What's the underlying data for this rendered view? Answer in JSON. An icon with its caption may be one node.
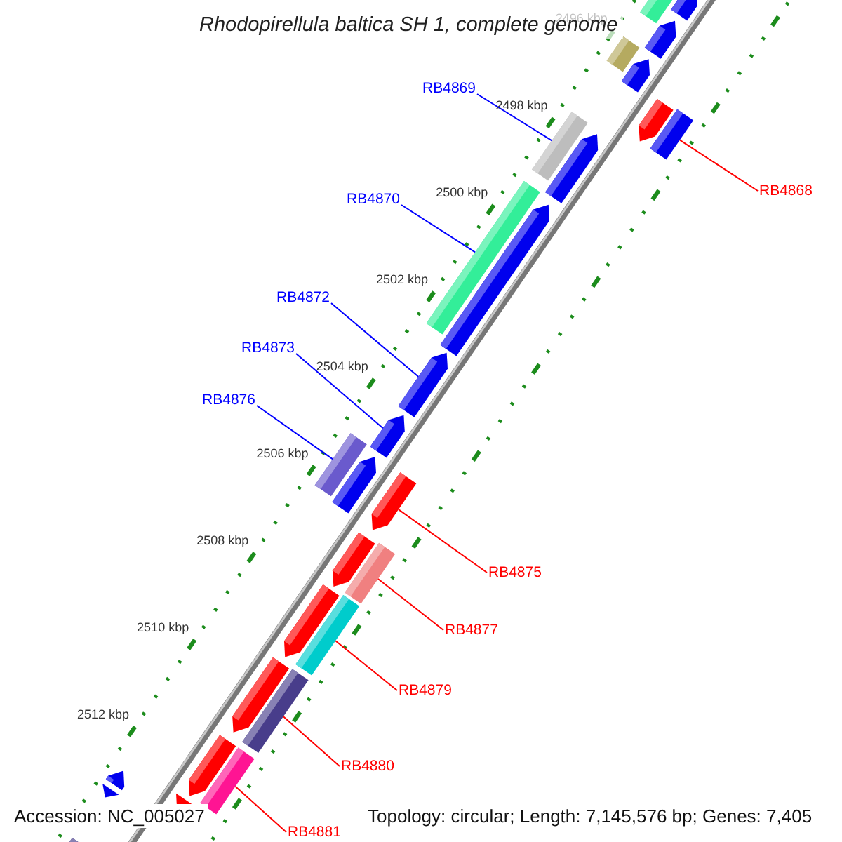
{
  "diagram": {
    "title": "Rhodopirellula baltica SH 1, complete genome",
    "nodes": [
      {
        "text": [
          "RB4869"
        ]
      },
      {
        "text": [
          "RB4868"
        ]
      },
      {
        "text": [
          "RB4870"
        ]
      },
      {
        "text": [
          "RB4872"
        ]
      },
      {
        "text": [
          "RB4873"
        ]
      },
      {
        "text": [
          "RB4876"
        ]
      },
      {
        "text": [
          "RB4875"
        ]
      },
      {
        "text": [
          "RB4877"
        ]
      },
      {
        "text": [
          "RB4879"
        ]
      },
      {
        "text": [
          "RB4880"
        ]
      },
      {
        "text": [
          "RB4881"
        ]
      },
      {
        "text": [],
        "shape": "box"
      },
      {
        "text": [],
        "shape": "box"
      },
      {
        "text": [],
        "shape": "box"
      },
      {
        "text": [],
        "shape": "arrow"
      },
      {
        "text": [],
        "shape": "arrow"
      },
      {
        "text": [],
        "shape": "box"
      },
      {
        "text": [],
        "shape": "arrow"
      },
      {
        "text": [],
        "shape": "box"
      },
      {
        "text": [],
        "shape": "box"
      },
      {
        "text": [],
        "shape": "box"
      },
      {
        "text": [],
        "shape": "box"
      },
      {
        "text": [],
        "shape": "box"
      },
      {
        "text": [],
        "shape": "box"
      },
      {
        "text": [],
        "shape": "arrow"
      },
      {
        "text": [],
        "shape": "arrow"
      },
      {
        "text": [],
        "shape": "arrow"
      },
      {
        "text": [],
        "shape": "arrow"
      },
      {
        "text": [],
        "shape": "arrow"
      },
      {
        "text": [],
        "shape": "arrow"
      },
      {
        "text": [],
        "shape": "arrow"
      },
      {
        "text": [],
        "shape": "arrow"
      },
      {
        "text": [],
        "shape": "box"
      },
      {
        "text": [],
        "shape": "arrow"
      },
      {
        "text": [],
        "shape": "arrow"
      },
      {
        "text": [],
        "shape": "arrow"
      },
      {
        "text": [],
        "shape": "arrow"
      },
      {
        "text": [],
        "shape": "arrow"
      },
      {
        "text": [],
        "shape": "arrow"
      }
    ],
    "edges": [
      {
        "from": 0,
        "to": 11,
        "arrow": "none",
        "color": "#0000ff"
      },
      {
        "from": 1,
        "to": 12,
        "arrow": "none"
      },
      {
        "from": 2,
        "to": 13,
        "arrow": "none",
        "color": "#0000ff"
      },
      {
        "from": 3,
        "to": 14,
        "arrow": "none",
        "color": "#0000ff"
      },
      {
        "from": 4,
        "to": 15,
        "arrow": "none",
        "color": "#0000ff"
      },
      {
        "from": 5,
        "to": 16,
        "arrow": "none",
        "color": "#0000ff"
      },
      {
        "from": 6,
        "to": 17,
        "arrow": "none"
      },
      {
        "from": 7,
        "to": 18,
        "arrow": "none"
      },
      {
        "from": 8,
        "to": 19,
        "arrow": "none"
      },
      {
        "from": 9,
        "to": 20,
        "arrow": "none"
      },
      {
        "from": 10,
        "to": 21,
        "arrow": "none"
      }
    ],
    "labels": [
      "2496 kbp",
      "2498 kbp",
      "2500 kbp",
      "2502 kbp",
      "2504 kbp",
      "2506 kbp",
      "2508 kbp",
      "2510 kbp",
      "2512 kbp",
      "Accession: NC_005027",
      "Topology: circular; Length: 7,145,576 bp; Genes: 7,405"
    ]
  }
}
